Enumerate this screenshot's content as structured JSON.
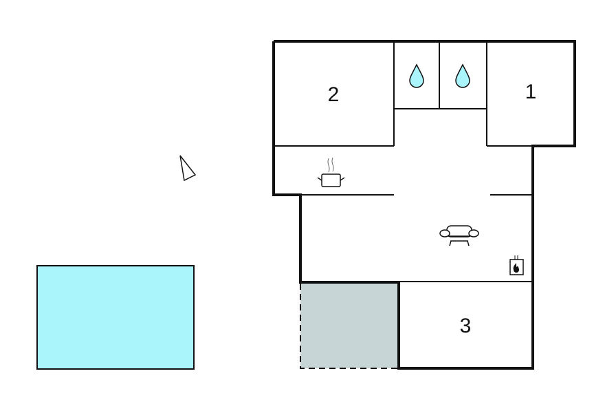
{
  "rooms": [
    {
      "label": "1"
    },
    {
      "label": "2"
    },
    {
      "label": "3"
    }
  ],
  "icons": [
    "north-arrow-icon",
    "water-drop-icon",
    "water-drop-icon",
    "cooking-pot-icon",
    "sofa-icon",
    "fireplace-icon"
  ],
  "colors": {
    "pool": "#aaf4fb",
    "terrace": "#c8d5d6",
    "water_drop": "#aaf4fb",
    "wall": "#000000"
  }
}
